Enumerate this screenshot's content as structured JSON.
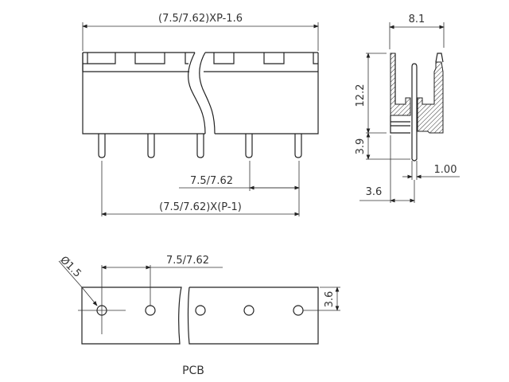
{
  "front_view": {
    "overall_length_label": "(7.5/7.62)XP-1.6",
    "pitch_label": "7.5/7.62",
    "pin_span_label": "(7.5/7.62)X(P-1)",
    "pin_count_shown": 5
  },
  "side_view": {
    "width_label": "8.1",
    "body_height_label": "12.2",
    "pin_length_label": "3.9",
    "pin_offset_label": "3.6",
    "pin_thickness_label": "1.00"
  },
  "pcb_view": {
    "hole_diameter_label": "Ø1.5",
    "pitch_label": "7.5/7.62",
    "edge_offset_label": "3.6",
    "holes_shown": 5,
    "caption": "PCB"
  }
}
